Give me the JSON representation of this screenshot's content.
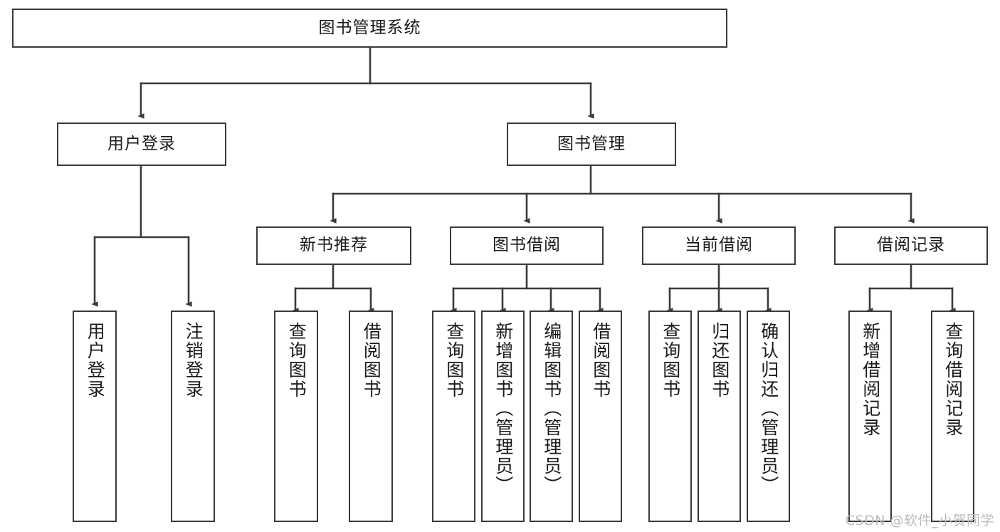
{
  "diagram": {
    "title": "图书管理系统",
    "type": "tree-hierarchy",
    "colors": {
      "border": "#3a3a3a",
      "fill": "#ffffff",
      "text": "#1a1a1a",
      "watermark": "#bcbcbc"
    },
    "root": {
      "label": "图书管理系统"
    },
    "level1": [
      {
        "label": "用户登录"
      },
      {
        "label": "图书管理"
      }
    ],
    "level2": [
      {
        "label": "新书推荐"
      },
      {
        "label": "图书借阅"
      },
      {
        "label": "当前借阅"
      },
      {
        "label": "借阅记录"
      }
    ],
    "leaves": {
      "user_login": [
        {
          "label": "用户登录"
        },
        {
          "label": "注销登录"
        }
      ],
      "new_book_recommend": [
        {
          "label": "查询图书"
        },
        {
          "label": "借阅图书"
        }
      ],
      "book_borrow": [
        {
          "label": "查询图书"
        },
        {
          "label": "新增图书（管理员）"
        },
        {
          "label": "编辑图书（管理员）"
        },
        {
          "label": "借阅图书"
        }
      ],
      "current_borrow": [
        {
          "label": "查询图书"
        },
        {
          "label": "归还图书"
        },
        {
          "label": "确认归还（管理员）"
        }
      ],
      "borrow_record": [
        {
          "label": "新增借阅记录"
        },
        {
          "label": "查询借阅记录"
        }
      ]
    }
  },
  "watermark": {
    "text": "CSDN @软件_小贺同学"
  }
}
